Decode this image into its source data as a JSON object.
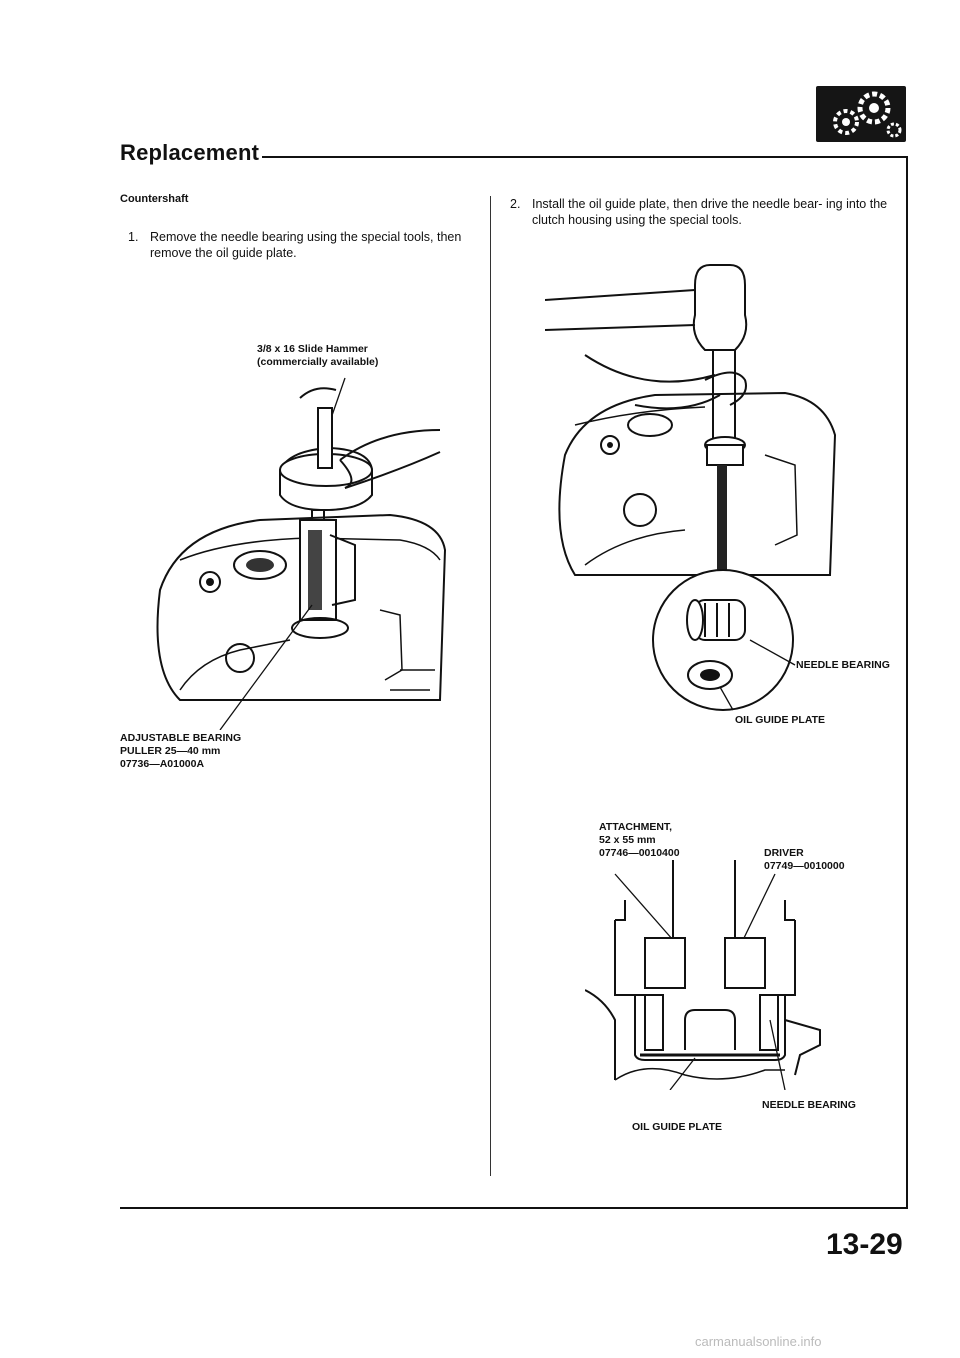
{
  "header": {
    "title": "Replacement",
    "logo": "gears-icon"
  },
  "section": {
    "title": "Countershaft"
  },
  "steps": [
    {
      "num": "1.",
      "text": "Remove the needle bearing using the special tools, then remove the oil guide plate."
    },
    {
      "num": "2.",
      "text": "Install the oil guide plate, then drive the needle bear- ing into the clutch housing using the special tools."
    }
  ],
  "figure1": {
    "tool_label": "3/8 x 16 Slide Hammer\n(commercially available)",
    "puller_label": "ADJUSTABLE BEARING\nPULLER 25—40 mm\n07736—A01000A"
  },
  "figure2": {
    "needle_bearing": "NEEDLE BEARING",
    "oil_guide_plate": "OIL GUIDE PLATE"
  },
  "figure3": {
    "attachment_label": "ATTACHMENT,\n52 x 55 mm\n07746—0010400",
    "driver_label": "DRIVER\n07749—0010000",
    "needle_bearing": "NEEDLE BEARING",
    "oil_guide_plate": "OIL GUIDE PLATE"
  },
  "footer": {
    "page_number": "13-29",
    "watermark": "carmanualsonline.info"
  }
}
